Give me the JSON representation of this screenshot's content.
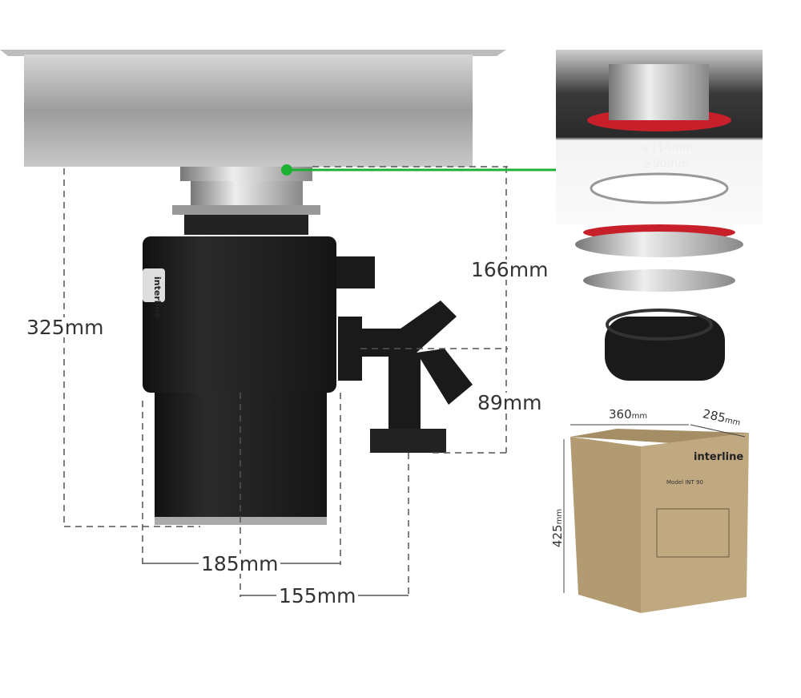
{
  "dimensions": {
    "total_height": "325mm",
    "upper_height": "166mm",
    "outlet_height": "89mm",
    "body_width": "185mm",
    "outlet_offset": "155mm"
  },
  "inset": {
    "max_flange": "≤114mm",
    "min_hole": "≥90mm"
  },
  "product": {
    "brand_label": "interline"
  },
  "package": {
    "width": "360",
    "depth": "285",
    "height": "425",
    "unit": "mm",
    "brand": "interline",
    "model": "Model INT 90"
  },
  "colors": {
    "connector": "#1db233",
    "body": "#1e1e1e",
    "box": "#b8a07a"
  }
}
